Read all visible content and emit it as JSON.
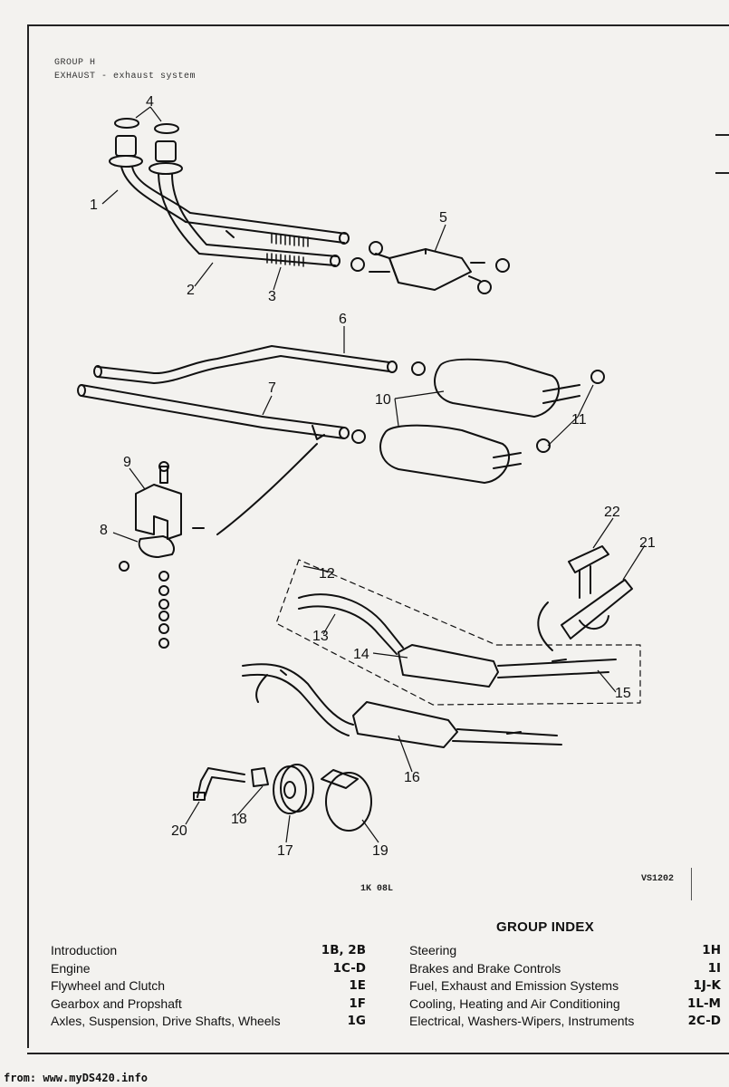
{
  "header": {
    "group": "GROUP H",
    "title": "EXHAUST - exhaust system"
  },
  "diagram": {
    "callouts": [
      "1",
      "2",
      "3",
      "4",
      "5",
      "6",
      "7",
      "8",
      "9",
      "10",
      "11",
      "12",
      "13",
      "14",
      "15",
      "16",
      "17",
      "18",
      "19",
      "20",
      "21",
      "22"
    ],
    "figure_ref": "VS1202",
    "plate_ref": "1K 08L"
  },
  "group_index": {
    "title": "GROUP INDEX",
    "left": [
      {
        "label": "Introduction",
        "code": "1B, 2B"
      },
      {
        "label": "Engine",
        "code": "1C-D"
      },
      {
        "label": "Flywheel and Clutch",
        "code": "1E"
      },
      {
        "label": "Gearbox and Propshaft",
        "code": "1F"
      },
      {
        "label": "Axles, Suspension, Drive Shafts, Wheels",
        "code": "1G"
      }
    ],
    "right": [
      {
        "label": "Steering",
        "code": "1H"
      },
      {
        "label": "Brakes and Brake Controls",
        "code": "1I"
      },
      {
        "label": "Fuel, Exhaust and Emission Systems",
        "code": "1J-K"
      },
      {
        "label": "Cooling, Heating and Air Conditioning",
        "code": "1L-M"
      },
      {
        "label": "Electrical, Washers-Wipers, Instruments",
        "code": "2C-D"
      }
    ]
  },
  "footer": {
    "source": "from: www.myDS420.info"
  }
}
